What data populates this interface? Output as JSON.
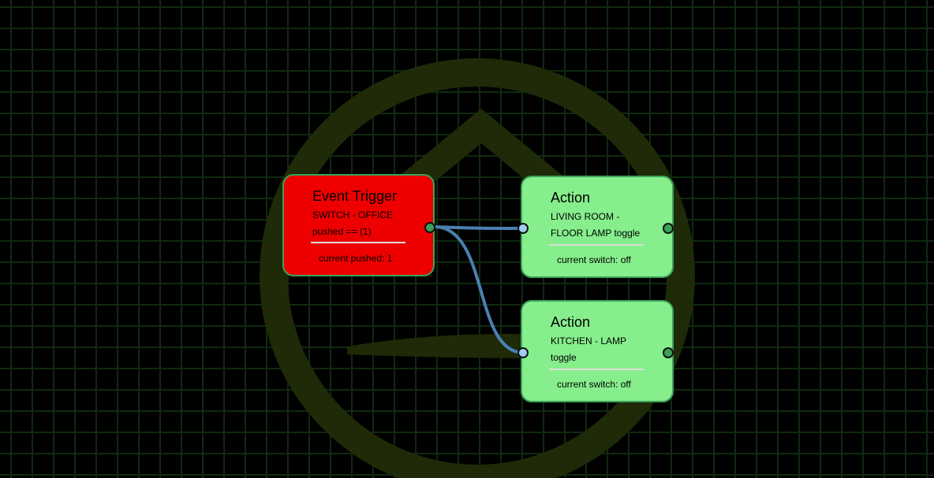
{
  "colors": {
    "trigger": "#ee0000",
    "action": "#86ee8c",
    "wire": "#4a80b0",
    "grid": "#0f2a0f"
  },
  "nodes": [
    {
      "title": "Event Trigger",
      "lines": [
        "SWITCH - OFFICE",
        "pushed == (1)"
      ],
      "current": "current pushed: 1"
    },
    {
      "title": "Action",
      "lines": [
        "LIVING ROOM -",
        "FLOOR LAMP toggle"
      ],
      "current": "current switch: off"
    },
    {
      "title": "Action",
      "lines": [
        "KITCHEN - LAMP",
        "toggle"
      ],
      "current": "current switch: off"
    }
  ]
}
